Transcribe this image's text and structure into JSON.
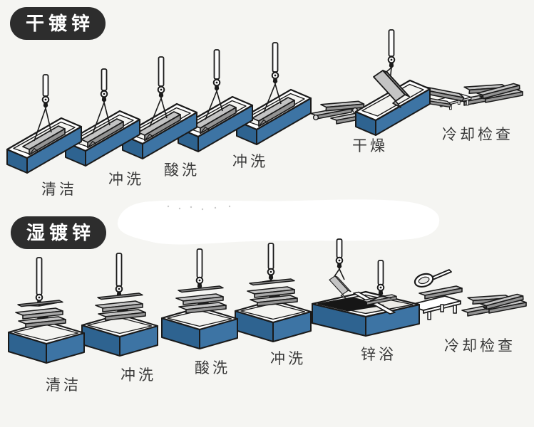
{
  "colors": {
    "bg": "#f5f5f2",
    "badge_bg": "#2d2d2d",
    "badge_text": "#ffffff",
    "tank_blue": "#3d74a4",
    "tank_blue_dark": "#2e6390",
    "steel": "#c4c4c4",
    "steel_mid": "#b0b0b0",
    "steel_dark": "#949494",
    "outline": "#1a1a1a",
    "label": "#3a3a3a",
    "zinc_dark": "#161616",
    "white": "#ffffff"
  },
  "dry": {
    "badge": "干镀锌",
    "steps": [
      "清洁",
      "冲洗",
      "酸洗",
      "冲洗",
      "干燥",
      "冷却检查"
    ]
  },
  "wet": {
    "badge": "湿镀锌",
    "steps": [
      "清洁",
      "冲洗",
      "酸洗",
      "冲洗",
      "锌浴",
      "冷却检查"
    ]
  }
}
